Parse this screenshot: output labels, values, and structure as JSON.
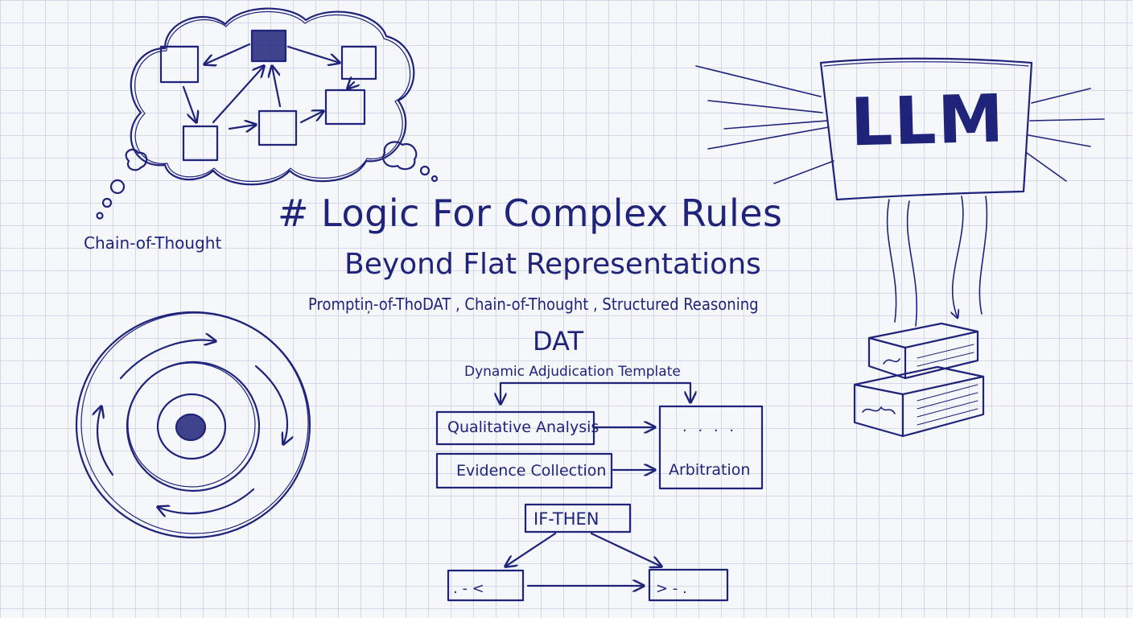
{
  "title": "# Logic For Complex Rules",
  "subtitle": "Beyond Flat Representations",
  "keywords": "Promptiņ-of-ThoDAT , Chain-of-Thought , Structured Reasoning",
  "chain_of_thought_label": "Chain-of-Thought",
  "dat": {
    "acronym": "DAT",
    "full_name": "Dynamic Adjudication Template",
    "qualitative_analysis": "Qualitative Analysis",
    "evidence_collection": "Evidence Collection",
    "arbitration": "Arbitration",
    "arbitration_dots": ". . . .",
    "if_then": "IF-THEN",
    "left_branch": ". - <",
    "right_branch": "> - ."
  },
  "llm_label": "LLM",
  "ink_color": "#1f237a",
  "grid_color": "#d3d8e6"
}
